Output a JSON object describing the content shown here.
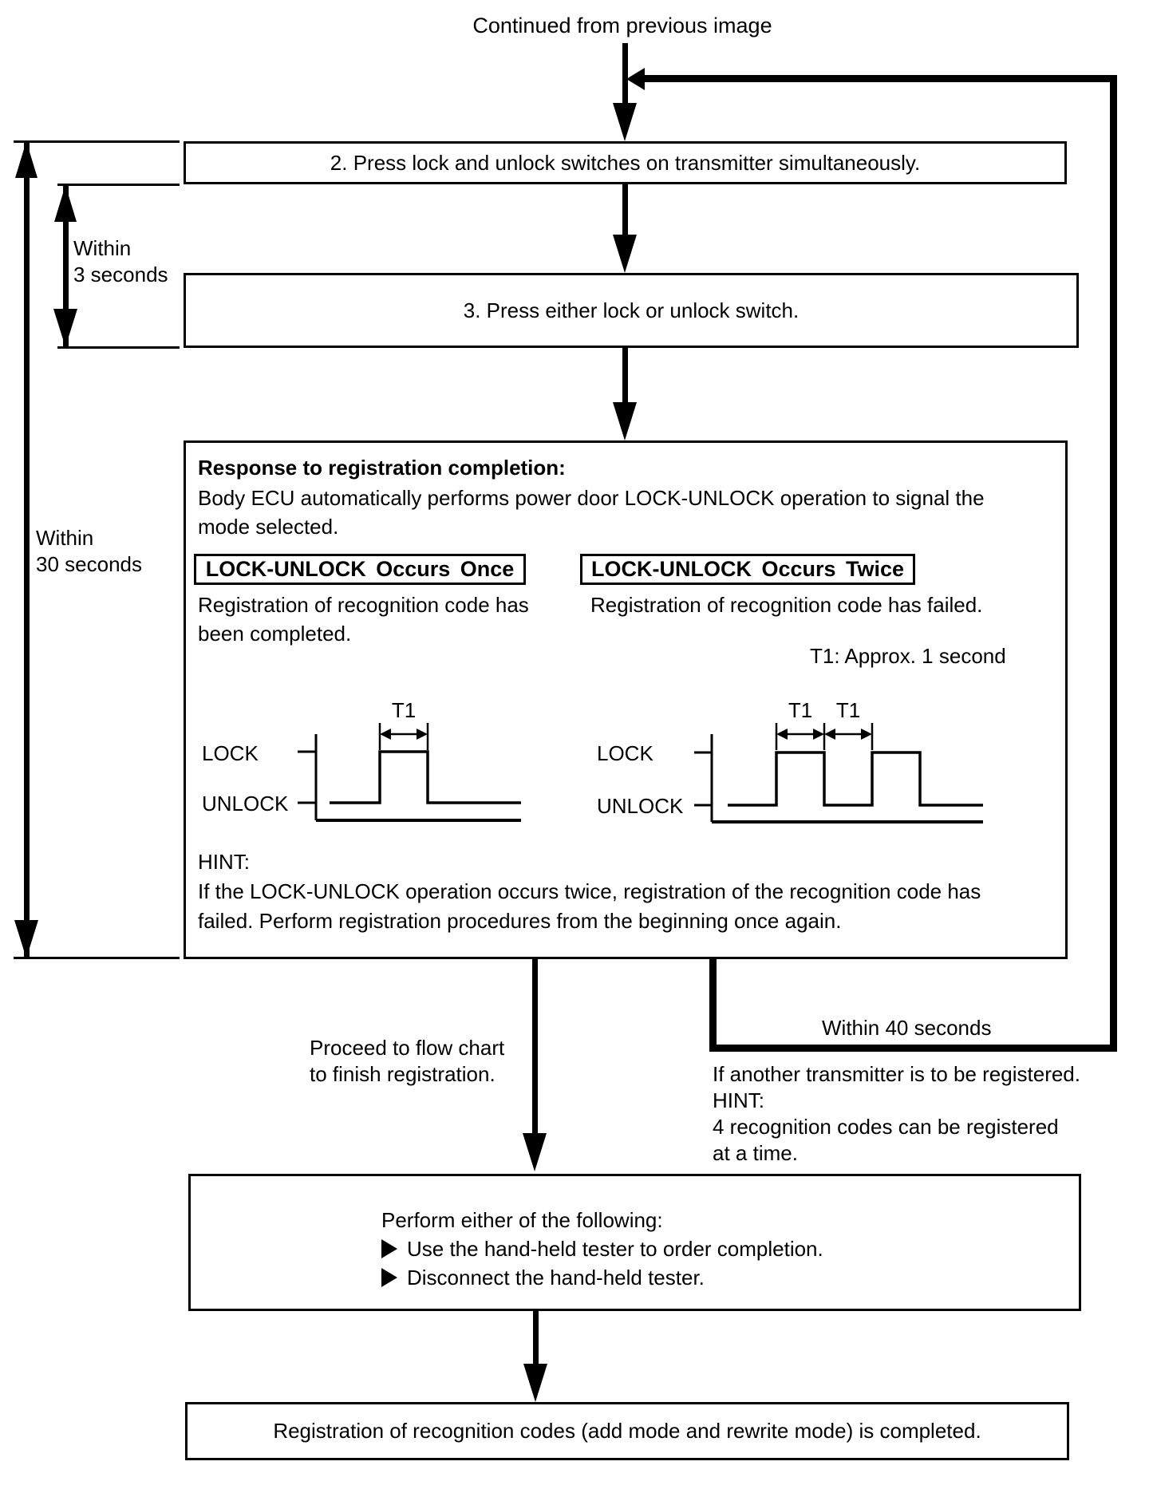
{
  "page": {
    "continued_from": "Continued from previous image"
  },
  "steps": {
    "step2": "2. Press lock and unlock switches on transmitter simultaneously.",
    "step3": "3. Press either lock or unlock switch."
  },
  "response_box": {
    "title": "Response to registration completion:",
    "body_line1": "Body ECU automatically performs power door LOCK-UNLOCK operation to signal the",
    "body_line2": "mode selected.",
    "occurs_once": {
      "label": "LOCK-UNLOCK Occurs Once",
      "desc_line1": "Registration of recognition code has",
      "desc_line2": "been completed."
    },
    "occurs_twice": {
      "label": "LOCK-UNLOCK Occurs Twice",
      "desc": "Registration of recognition code has failed.",
      "t1_note": "T1: Approx. 1 second"
    },
    "hint": {
      "title": "HINT:",
      "line1": "If the LOCK-UNLOCK operation occurs twice, registration of the recognition code has",
      "line2": "failed. Perform registration procedures from the beginning once again."
    }
  },
  "waveform": {
    "lock": "LOCK",
    "unlock": "UNLOCK",
    "t1": "T1"
  },
  "timing": {
    "within_3s_line1": "Within",
    "within_3s_line2": "3 seconds",
    "within_30s_line1": "Within",
    "within_30s_line2": "30 seconds",
    "within_40s": "Within 40 seconds"
  },
  "branches": {
    "proceed_line1": "Proceed to flow chart",
    "proceed_line2": "to finish registration.",
    "another_line1": "If another transmitter is to be registered.",
    "another_hint_title": "HINT:",
    "another_line2": "4 recognition codes can be registered",
    "another_line3": "at a time."
  },
  "perform_box": {
    "title": "Perform either of the following:",
    "item1": "Use the hand-held tester to order completion.",
    "item2": "Disconnect the hand-held tester."
  },
  "completed_box": {
    "text": "Registration of recognition codes (add mode and rewrite mode) is completed."
  },
  "colors": {
    "ink": "#000000",
    "paper": "#ffffff"
  }
}
